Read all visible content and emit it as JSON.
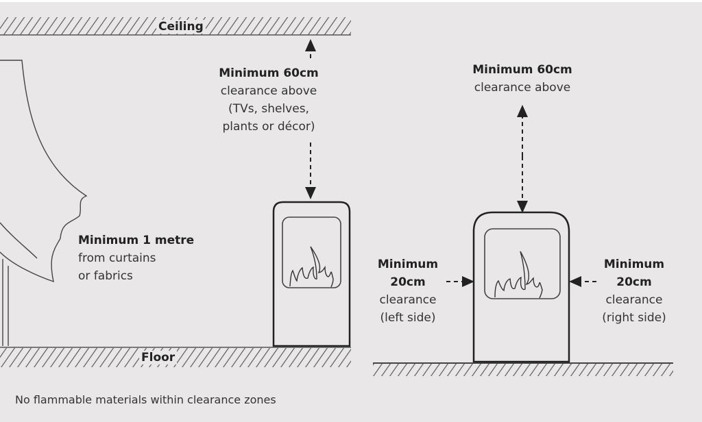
{
  "diagram": {
    "title": "Fireplace clearance requirements",
    "left_scene": {
      "ceiling_label": "Ceiling",
      "floor_label": "Floor",
      "above_clearance": {
        "heading": "Minimum 60cm",
        "line1": "clearance above",
        "line2": "(TVs, shelves,",
        "line3": "plants or décor)"
      },
      "curtain_clearance": {
        "heading": "Minimum 1 metre",
        "line1": "from curtains",
        "line2": "or fabrics"
      }
    },
    "right_scene": {
      "above_clearance": {
        "heading": "Minimum 60cm",
        "line1": "clearance above"
      },
      "left_clearance": {
        "heading1": "Minimum",
        "heading2": "20cm",
        "line1": "clearance",
        "line2": "(left side)"
      },
      "right_clearance": {
        "heading1": "Minimum",
        "heading2": "20cm",
        "line1": "clearance",
        "line2": "(right side)"
      }
    },
    "footer_note": "No flammable materials within clearance zones",
    "colors": {
      "background": "#e9e7e8",
      "line": "#2b2b2b",
      "text": "#222222"
    }
  }
}
